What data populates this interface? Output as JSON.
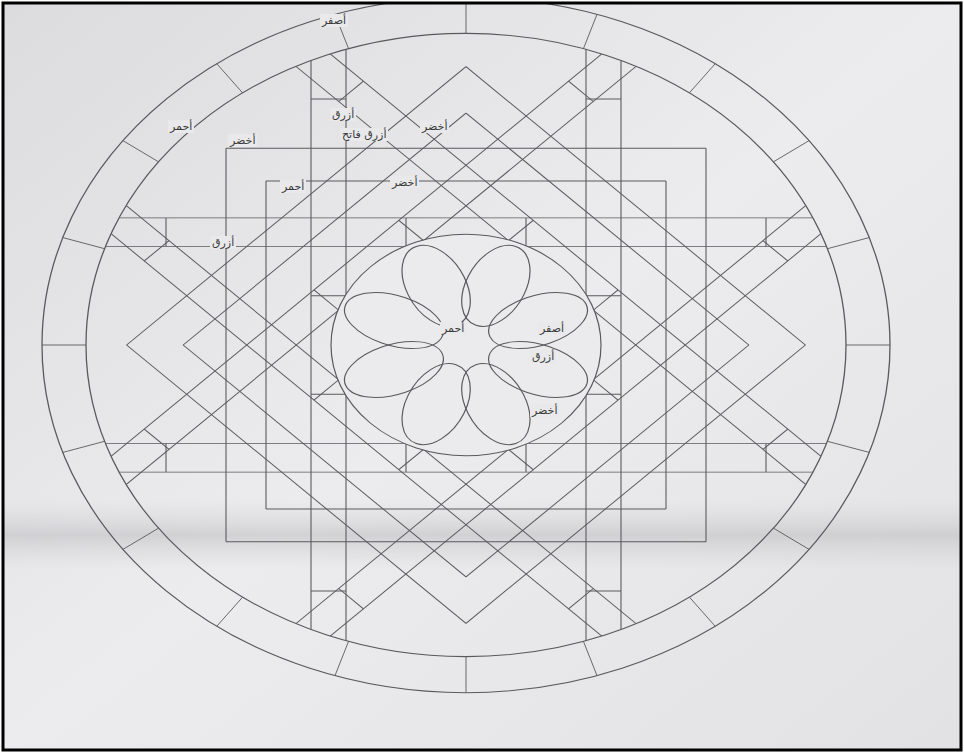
{
  "diagram": {
    "labels": [
      "أصفر",
      "أحمر",
      "أخضر",
      "أزرق",
      "أزرق فاتح",
      "أخضر",
      "أحمر",
      "أخضر",
      "أزرق",
      "أحمر",
      "أصفر",
      "أزرق",
      "أخضر"
    ]
  }
}
